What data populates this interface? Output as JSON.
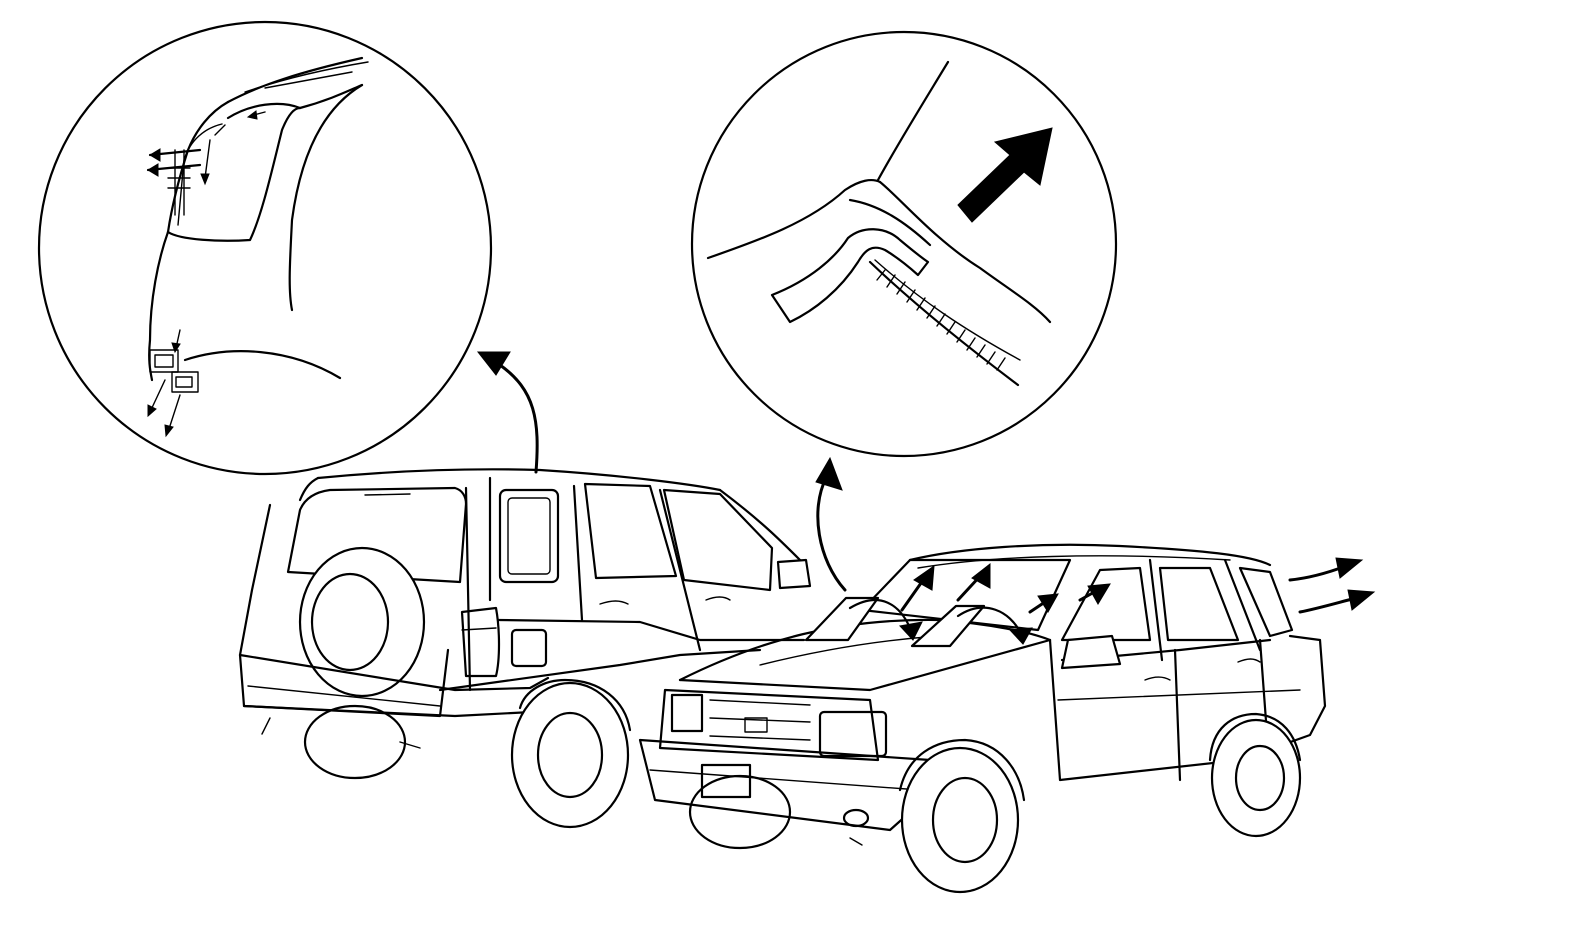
{
  "diagram": {
    "subject": "",
    "background_color": "#ffffff",
    "line_color": "#000000",
    "detail_views": [
      {
        "id": "rear-detail",
        "icon": "rear-corner-callout-icon"
      },
      {
        "id": "windshield-detail",
        "icon": "windshield-molding-callout-icon"
      }
    ],
    "vehicles": [
      {
        "id": "rear-view-suv",
        "icon": "suv-rear-quarter-icon"
      },
      {
        "id": "front-view-suv",
        "icon": "suv-front-quarter-icon"
      }
    ],
    "airflow_arrows": [
      "airflow-arrow-icon"
    ]
  }
}
